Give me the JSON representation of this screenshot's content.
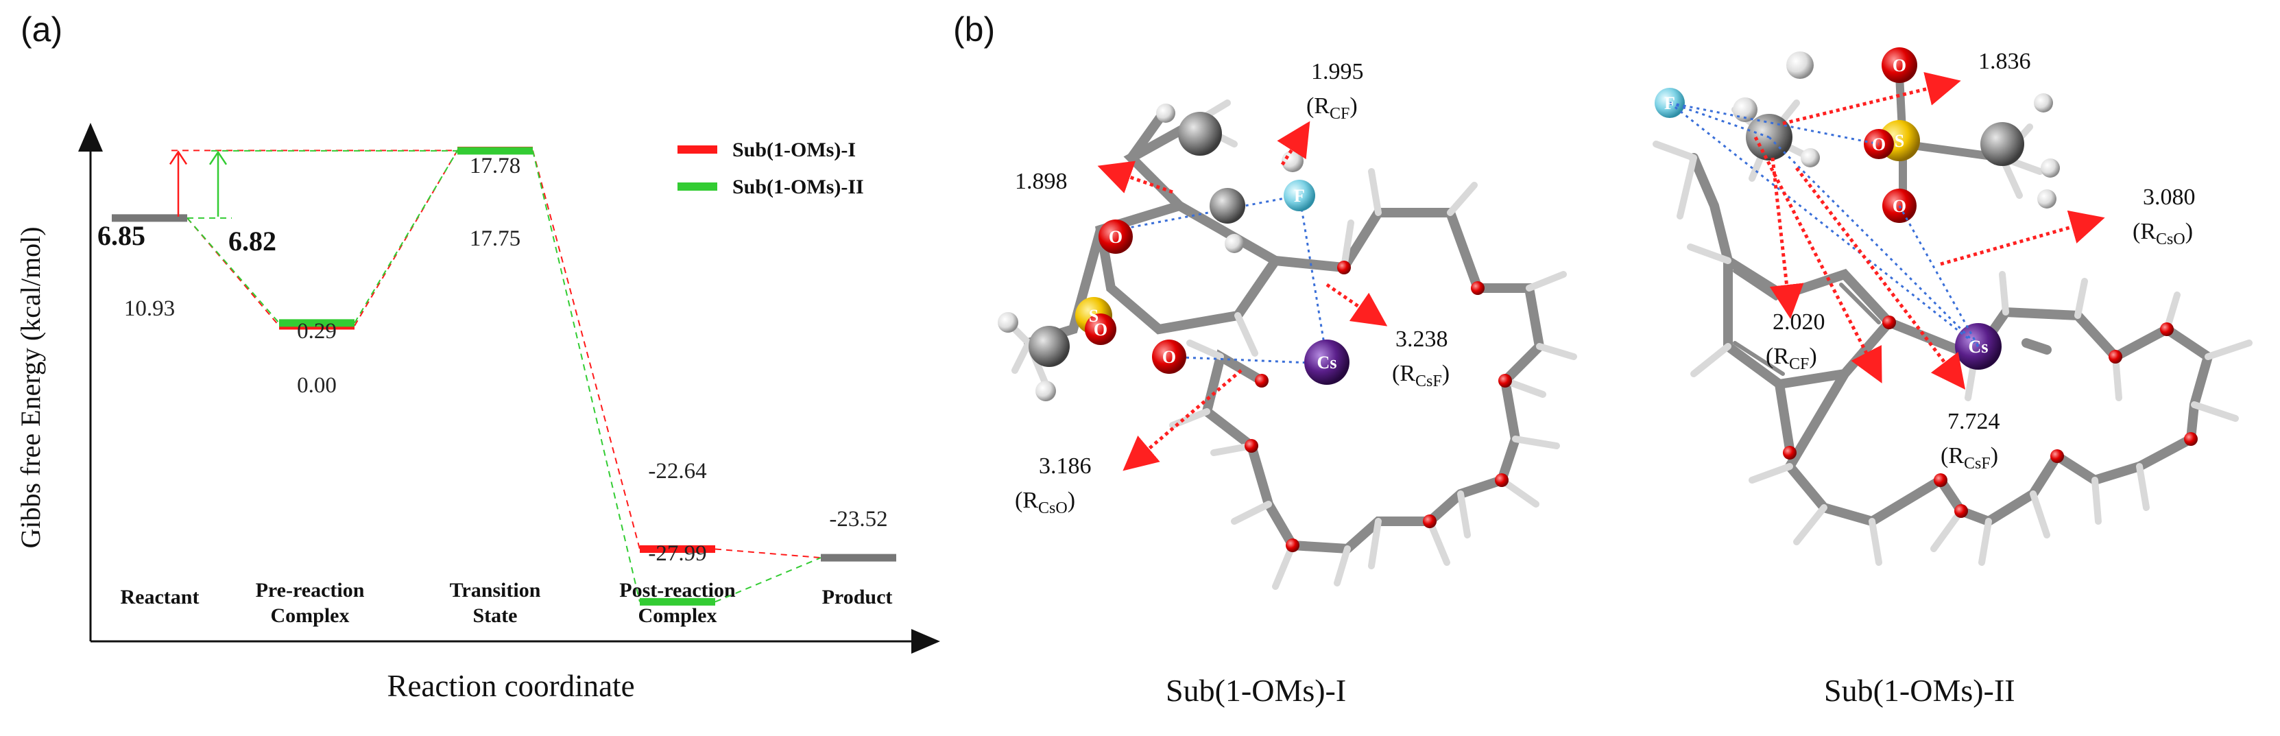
{
  "panels": {
    "a": "(a)",
    "b": "(b)"
  },
  "chart_data": {
    "type": "line",
    "title": "",
    "xlabel": "Reaction coordinate",
    "ylabel": "Gibbs free Energy (kcal/mol)",
    "categories": [
      "Reactant",
      "Pre-reaction Complex",
      "Transition State",
      "Post-reaction Complex",
      "Product"
    ],
    "category_lines": [
      [
        "Reactant"
      ],
      [
        "Pre-reaction",
        "Complex"
      ],
      [
        "Transition",
        "State"
      ],
      [
        "Post-reaction",
        "Complex"
      ],
      [
        "Product"
      ]
    ],
    "series": [
      {
        "name": "Sub(1-OMs)-I",
        "color": "#ff1a1a",
        "values": [
          10.93,
          0.0,
          17.78,
          -22.64,
          -23.52
        ]
      },
      {
        "name": "Sub(1-OMs)-II",
        "color": "#33cc33",
        "values": [
          10.93,
          0.29,
          17.75,
          -27.99,
          -23.52
        ]
      }
    ],
    "shared_color": "#777777",
    "barrier_labels": [
      "6.85",
      "6.82"
    ],
    "level_labels": [
      "10.93",
      "0.29",
      "0.00",
      "17.78",
      "17.75",
      "-22.64",
      "-27.99",
      "-23.52"
    ],
    "ylim": [
      -32,
      24
    ],
    "grid": false,
    "legend_position": "top-right"
  },
  "molecules": {
    "left": {
      "title": "Sub(1-OMs)-I",
      "distances": [
        {
          "value": "1.995",
          "tag": "(R",
          "sub": "CF",
          "end": ")"
        },
        {
          "value": "1.898"
        },
        {
          "value": "3.238",
          "tag": "(R",
          "sub": "CsF",
          "end": ")"
        },
        {
          "value": "3.186",
          "tag": "(R",
          "sub": "CsO",
          "end": ")"
        }
      ]
    },
    "right": {
      "title": "Sub(1-OMs)-II",
      "distances": [
        {
          "value": "1.836"
        },
        {
          "value": "3.080",
          "tag": "(R",
          "sub": "CsO",
          "end": ")"
        },
        {
          "value": "2.020",
          "tag": "(R",
          "sub": "CF",
          "end": ")"
        },
        {
          "value": "7.724",
          "tag": "(R",
          "sub": "CsF",
          "end": ")"
        }
      ]
    },
    "atom_labels": {
      "O": "O",
      "S": "S",
      "F": "F",
      "Cs": "Cs"
    },
    "colors": {
      "carbon": "#8c8c8c",
      "hydrogen": "#e6e6e6",
      "oxygen": "#e00000",
      "sulfur": "#f2c400",
      "fluorine": "#7fd3e6",
      "cesium": "#5a1f8a",
      "bond_arrow": "#ff2020",
      "contact": "#3a6fd8"
    }
  }
}
